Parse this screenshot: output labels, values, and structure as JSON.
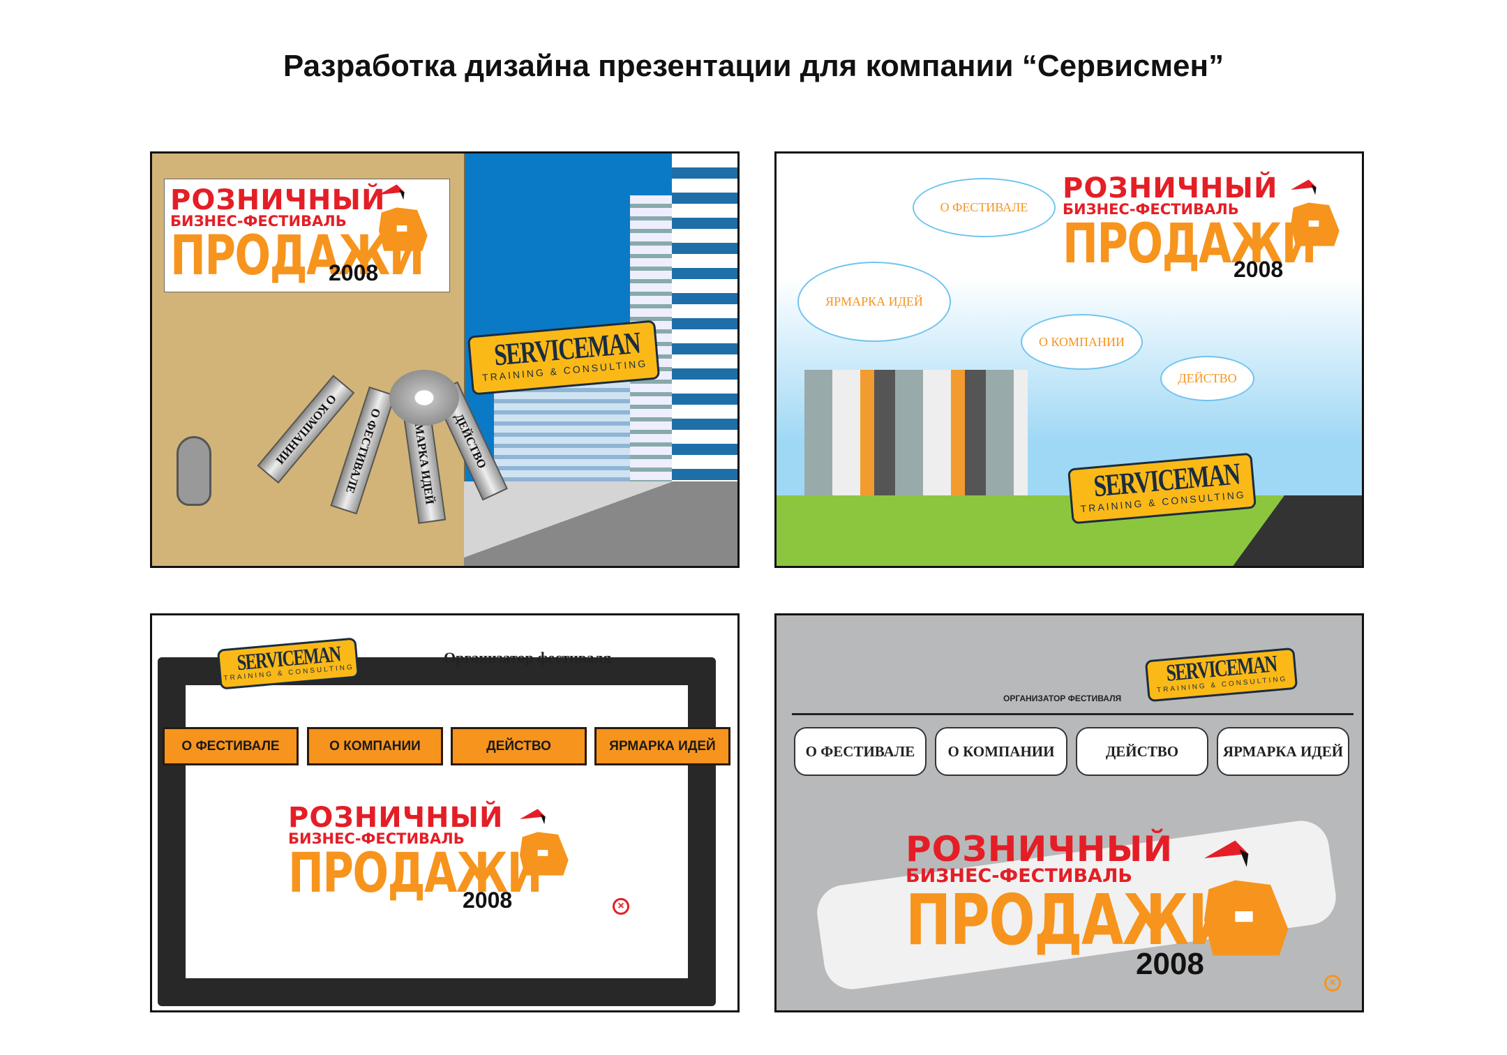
{
  "title": "Разработка дизайна презентации для компании “Сервисмен”",
  "logo": {
    "line1": "РОЗНИЧНЫЙ",
    "line2": "БИЗНЕС-ФЕСТИВАЛЬ",
    "line3": "ПРОДАЖИ",
    "year": "2008"
  },
  "brand": {
    "name": "SERVICEMAN",
    "sub": "TRAINING & CONSULTING"
  },
  "colors": {
    "red": "#e41e26",
    "orange": "#f7941d",
    "tag": "#fbb917",
    "sky": "#0a7ac6",
    "door": "#d2b478"
  },
  "panel1": {
    "keys": [
      "О КОМПАНИИ",
      "О ФЕСТИВАЛЕ",
      "ЯРМАРКА ИДЕЙ",
      "ДЕЙСТВО"
    ]
  },
  "panel2": {
    "clouds": [
      "О ФЕСТИВАЛЕ",
      "ЯРМАРКА ИДЕЙ",
      "О КОМПАНИИ",
      "ДЕЙСТВО"
    ]
  },
  "panel3": {
    "organizer": "Организатор фестиваля",
    "buttons": [
      "О ФЕСТИВАЛЕ",
      "О КОМПАНИИ",
      "ДЕЙСТВО",
      "ЯРМАРКА ИДЕЙ"
    ]
  },
  "panel4": {
    "organizer": "ОРГАНИЗАТОР ФЕСТИВАЛЯ",
    "buttons": [
      "О ФЕСТИВАЛЕ",
      "О КОМПАНИИ",
      "ДЕЙСТВО",
      "ЯРМАРКА ИДЕЙ"
    ]
  }
}
